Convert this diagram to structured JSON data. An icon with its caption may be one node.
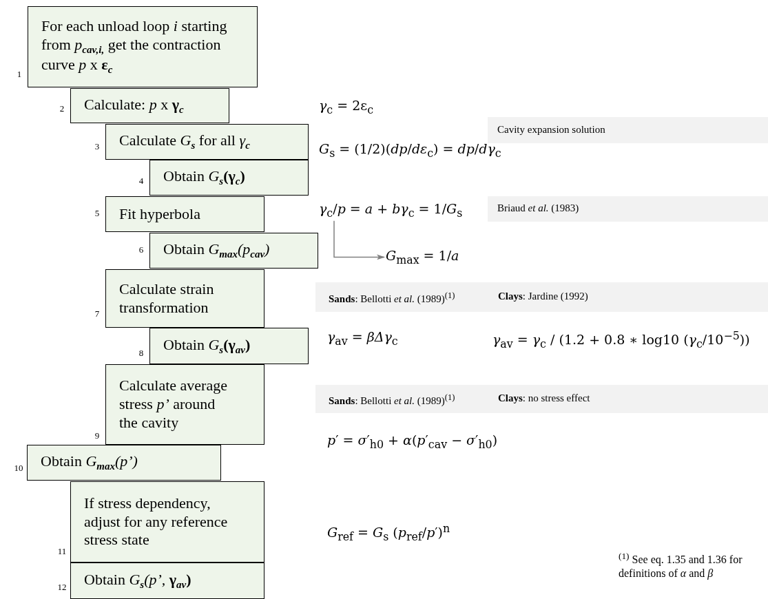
{
  "diagram": {
    "nodes": [
      {
        "text": [
          "For each unload loop *i* starting from *p*$_{cav,i,}$ get the contraction curve *p* x **ε**$_{c}$"
        ],
        "beside": [
          "1"
        ]
      },
      {
        "text": [
          "Calculate: *p* x **γ**$_{c}$"
        ],
        "beside": [
          "2"
        ]
      },
      {
        "text": [
          "Calculate *G*$_{s}$ for all *γ*$_{c}$"
        ],
        "beside": [
          "3"
        ]
      },
      {
        "text": [
          "Obtain *G*$_{s}$**(γ**$_{c}$**)**"
        ],
        "beside": [
          "4"
        ]
      },
      {
        "text": [
          "Fit hyperbola"
        ],
        "beside": [
          "5"
        ]
      },
      {
        "text": [
          "Obtain *G*$_{max}$*(p*$_{cav}$*)*"
        ],
        "beside": [
          "6"
        ]
      },
      {
        "text": [
          "Calculate strain transformation"
        ],
        "beside": [
          "7"
        ]
      },
      {
        "text": [
          "Obtain *G*$_{s}$**(γ**$_{av}$**)**"
        ],
        "beside": [
          "8"
        ]
      },
      {
        "text": [
          "Calculate average stress *p’* around the cavity"
        ],
        "beside": [
          "9"
        ]
      },
      {
        "text": [
          "Obtain *G*$_{max}$*(p’)*"
        ],
        "beside": [
          "10"
        ]
      },
      {
        "text": [
          "If stress dependency, adjust for any reference stress state"
        ],
        "beside": [
          "11"
        ]
      },
      {
        "text": [
          "Obtain *G*$_{s}$*(p’,* **γ**$_{av}$**)**"
        ],
        "beside": [
          "12"
        ]
      },
      {
        "text": [
          "*γ*$_{c}$/*p* = *a* + *bγ*$_{c}$ = 1/*G*$_{s}$"
        ]
      },
      {
        "text": [
          "*G*$_{max}$ = 1/*a*"
        ]
      }
    ],
    "edges": [
      {
        "from": 12,
        "to": 13,
        "arrow": "to",
        "color": "#808080"
      }
    ],
    "labels": [
      "*γ*$_{c}$ = 2ε$_{c}$",
      "*G*$_{s}$ = (1/2)(*dp*/*dε*$_{c}$) = *dp*/*dγ*$_{c}$",
      "Cavity expansion solution",
      "Briaud *et al.* (1983)",
      "**Sands**: Bellotti *et al.* (1989)$^{(1)}$",
      "**Clays**: Jardine (1992)",
      "*γ*$_{av}$ = *βΔγ*$_{c}$",
      "*γ*$_{av}$ = *γ*$_{c}$ / (1.2 + 0.8 ∗ log10 (*γ*$_{c}$/10$^{−5}$))",
      "**Sands**: Bellotti *et al.* (1989)$^{(1)}$",
      "**Clays**: no stress effect",
      "*p*′ = *σ*′$_{h0}$ + *α*(*p*′$_{cav}$ − *σ*′$_{h0}$)",
      "*G*$_{ref}$ = *G*$_{s}$ (*p*$_{ref}$/*p*′)$^{n}$",
      "$^{(1)}$ See eq. 1.35 and 1.36 for definitions of *α* and *β*"
    ]
  }
}
